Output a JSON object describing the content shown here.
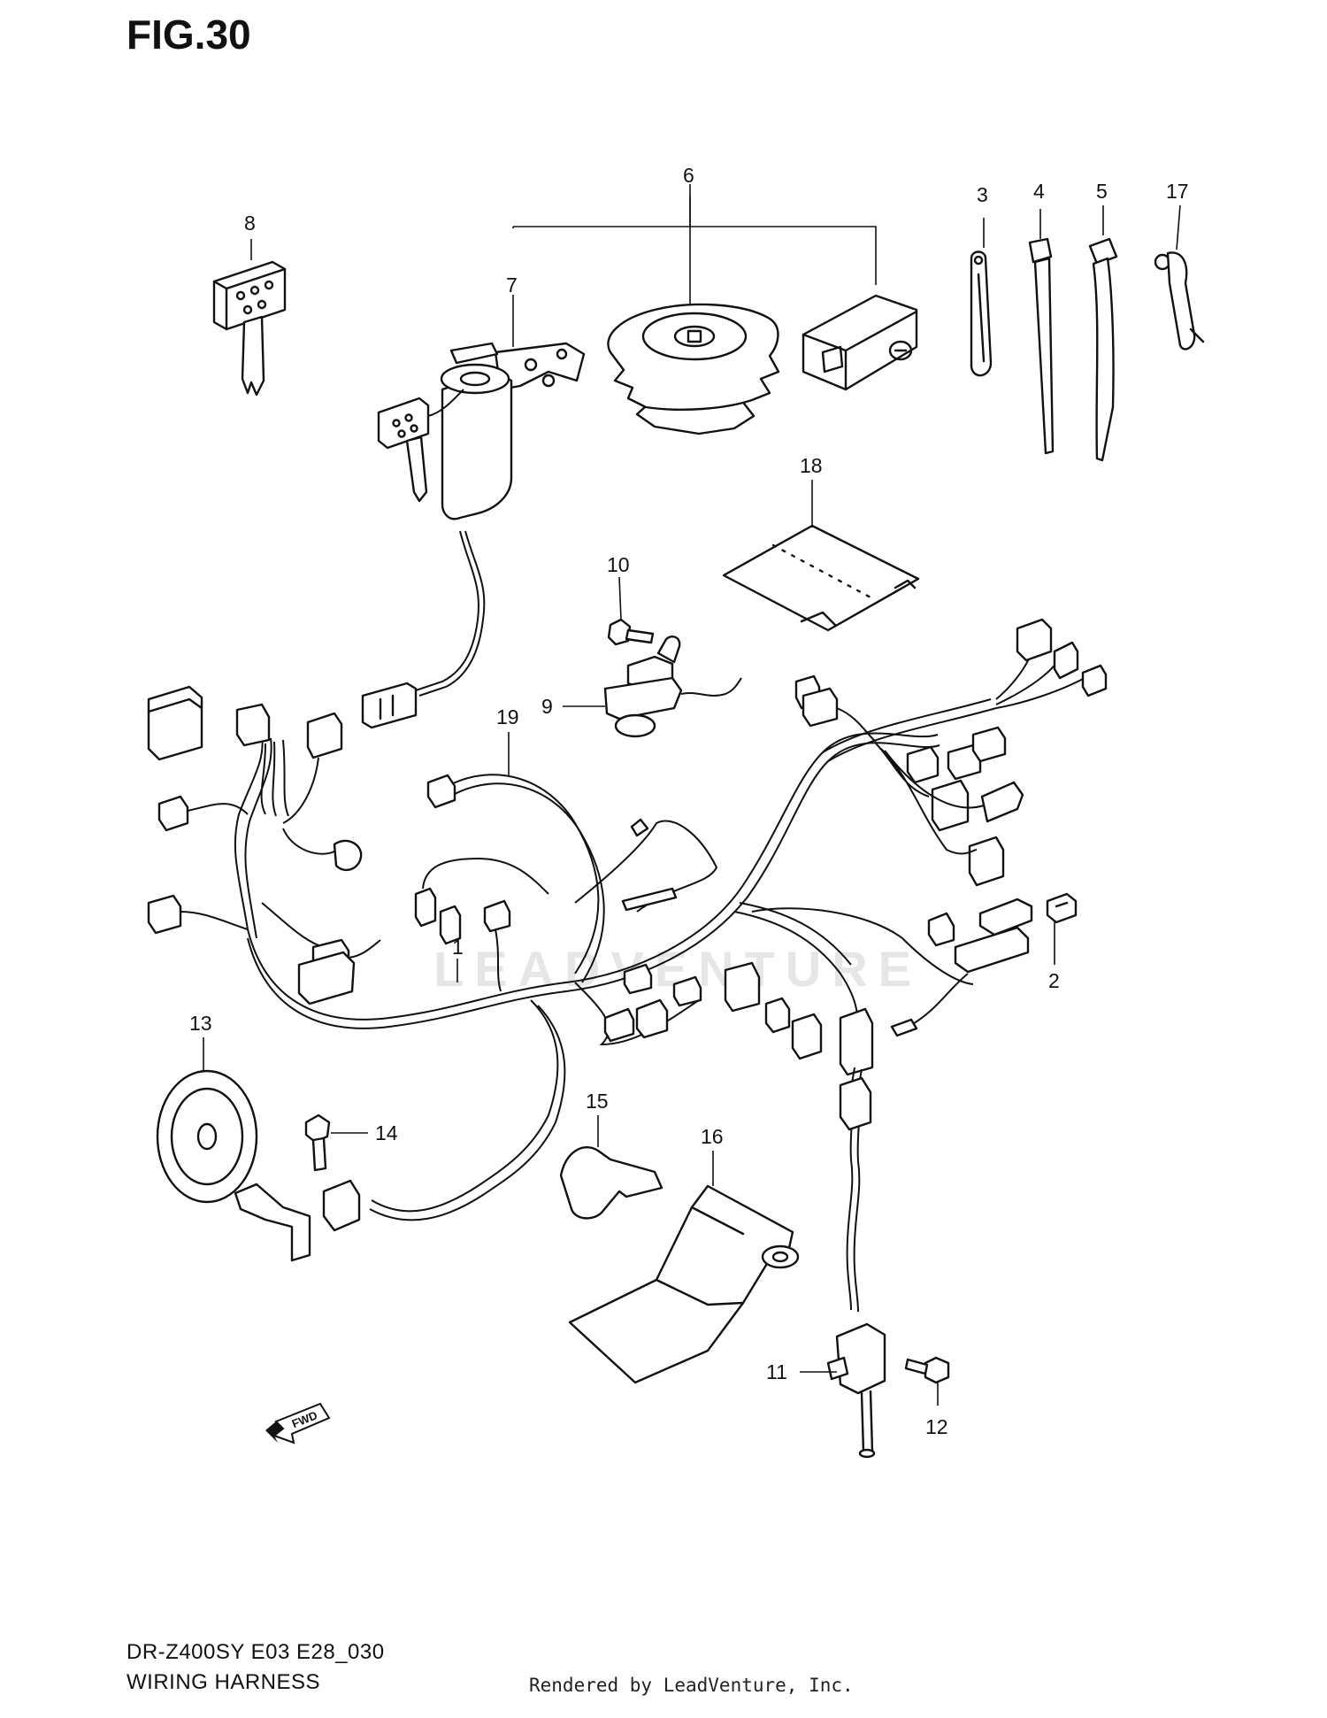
{
  "figure": {
    "title": "FIG.30",
    "model_code": "DR-Z400SY E03 E28_030",
    "name": "WIRING HARNESS",
    "rendered_by": "Rendered by LeadVenture, Inc.",
    "watermark": "LEADVENTURE"
  },
  "callouts": [
    "1",
    "2",
    "3",
    "4",
    "5",
    "6",
    "7",
    "8",
    "9",
    "10",
    "11",
    "12",
    "13",
    "14",
    "15",
    "16",
    "17",
    "18",
    "19"
  ],
  "fwd_label": "FWD"
}
